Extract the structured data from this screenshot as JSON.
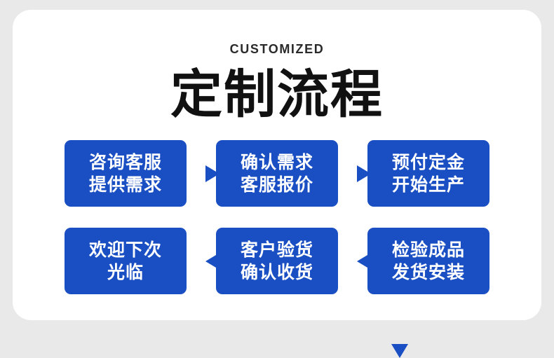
{
  "header": {
    "eyebrow": "CUSTOMIZED",
    "title": "定制流程"
  },
  "colors": {
    "box_bg": "#1a4fc4",
    "arrow": "#1a4fc4",
    "card_bg": "#ffffff",
    "page_bg": "#e9e9e9",
    "title_text": "#111111"
  },
  "flow": {
    "row1": [
      {
        "line1": "咨询客服",
        "line2": "提供需求"
      },
      {
        "line1": "确认需求",
        "line2": "客服报价"
      },
      {
        "line1": "预付定金",
        "line2": "开始生产"
      }
    ],
    "row2": [
      {
        "line1": "欢迎下次",
        "line2": "光临"
      },
      {
        "line1": "客户验货",
        "line2": "确认收货"
      },
      {
        "line1": "检验成品",
        "line2": "发货安装"
      }
    ],
    "arrows": {
      "row1_gap1": "arrow-right-icon",
      "row1_gap2": "arrow-right-icon",
      "row2_gap1": "arrow-left-icon",
      "row2_gap2": "arrow-left-icon",
      "column3_down": "arrow-down-icon"
    }
  }
}
